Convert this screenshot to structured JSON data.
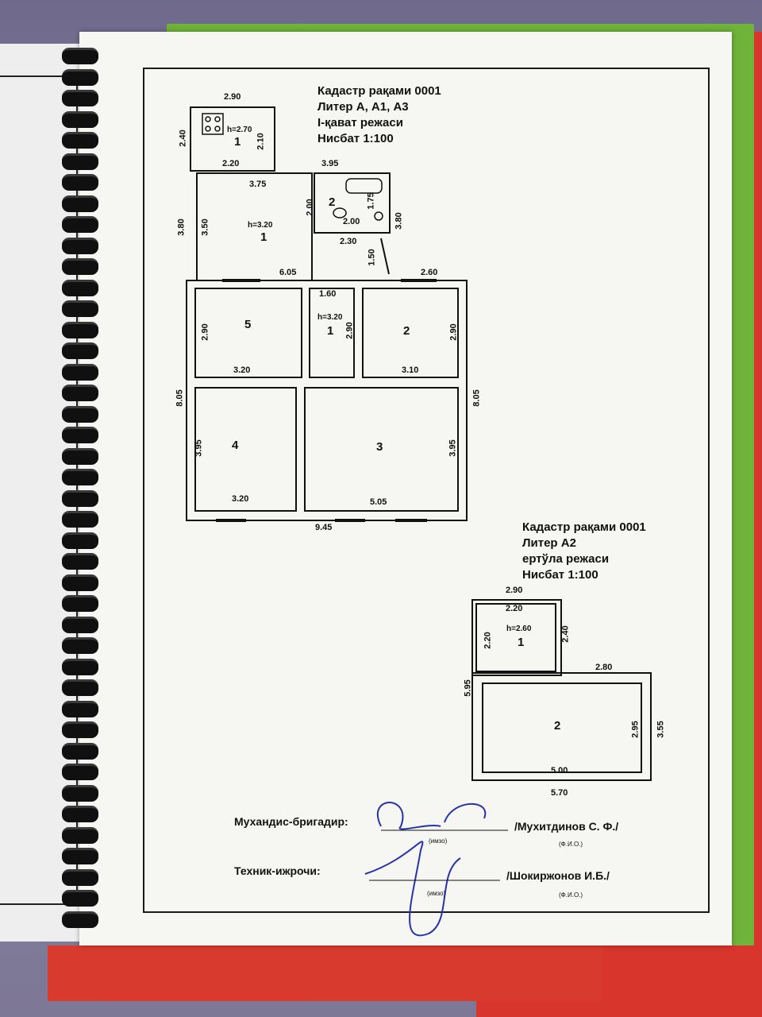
{
  "title_block_1": {
    "line1": "Кадастр рақами 0001",
    "line2": "Литер А, А1, А3",
    "line3": "І-қават режаси",
    "line4": "Нисбат 1:100"
  },
  "title_block_2": {
    "line1": "Кадастр рақами 0001",
    "line2": "Литер А2",
    "line3": "ертўла режаси",
    "line4": "Нисбат 1:100"
  },
  "plan1": {
    "dims": {
      "top_kitchen_w": "2.90",
      "kitchen_h_left": "2.40",
      "kitchen_h_right": "2.10",
      "kitchen_inner_w": "2.20",
      "kitchen_height": "h=2.70",
      "hall_w": "3.75",
      "bath_top": "3.95",
      "bath_inner_h": "2.00",
      "bath_inner_h2": "1.75",
      "bath_inner_w": "2.00",
      "bath_bottom": "2.30",
      "bath_right": "3.80",
      "hall_left_outer": "3.80",
      "hall_left_inner": "3.50",
      "hall_height": "h=3.20",
      "passage": "1.50",
      "main_top_left": "6.05",
      "main_top_right": "2.60",
      "corr_w": "1.60",
      "corr_height": "h=3.20",
      "corr_side": "2.90",
      "r5_h": "2.90",
      "r5_w": "3.20",
      "r2_h": "2.90",
      "r2_w": "3.10",
      "outer_left": "8.05",
      "outer_right": "8.05",
      "r4_h": "3.95",
      "r4_w": "3.20",
      "r3_h": "3.95",
      "r3_w": "5.05",
      "outer_bottom": "9.45"
    },
    "rooms": {
      "kitchen": "1",
      "bath": "2",
      "hall": "1",
      "r5": "5",
      "corr": "1",
      "r2": "2",
      "r4": "4",
      "r3": "3"
    }
  },
  "plan2": {
    "dims": {
      "top_outer": "2.90",
      "top_inner": "2.20",
      "left_inner": "2.20",
      "right_inner": "2.40",
      "height": "h=2.60",
      "left_outer": "5.95",
      "mid_right": "2.80",
      "r2_inner_h": "2.95",
      "r2_outer_h": "3.55",
      "r2_inner_w": "5.00",
      "bottom_outer": "5.70"
    },
    "rooms": {
      "r1": "1",
      "r2": "2"
    }
  },
  "signatures": {
    "engineer_label": "Мухандис-бригадир:",
    "engineer_name": "/Мухитдинов С. Ф./",
    "technician_label": "Техник-ижрочи:",
    "technician_name": "/Шокиржонов И.Б./",
    "sign_caption": "(имзо)",
    "fio_caption": "(Ф.И.О.)"
  }
}
